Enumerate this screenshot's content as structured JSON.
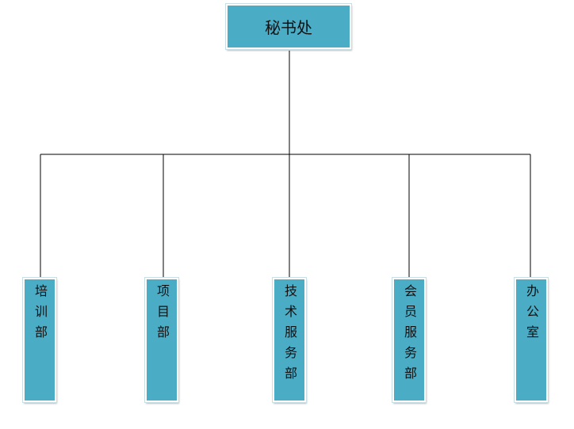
{
  "org_chart": {
    "root": {
      "label": "秘书处"
    },
    "departments": [
      {
        "label": "培训部"
      },
      {
        "label": "项目部"
      },
      {
        "label": "技术服务部"
      },
      {
        "label": "会员服务部"
      },
      {
        "label": "办公室"
      }
    ]
  },
  "colors": {
    "box_fill": "#4bacc6",
    "connector": "#000000"
  }
}
